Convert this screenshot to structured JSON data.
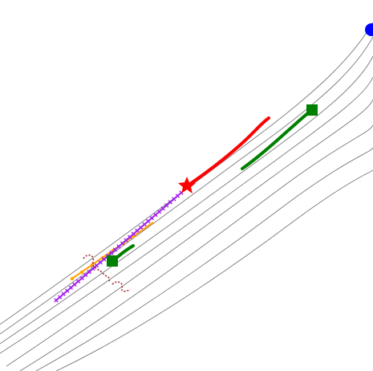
{
  "colors": {
    "background": "#ffffff",
    "lane_line": "#7a7a7a",
    "ego_trajectory": "#ff0000",
    "ego_marker": "#ff0000",
    "agent_trajectory": "#008000",
    "agent_marker": "#008000",
    "goal_marker": "#0000ff",
    "history_orange": "#ffa500",
    "history_purple": "#a020f0",
    "pedestrian_marks": "#a52a2a"
  },
  "markers": {
    "ego": "star-marker",
    "agent": "square-marker",
    "goal": "circle-marker",
    "history": "cross-marker"
  }
}
